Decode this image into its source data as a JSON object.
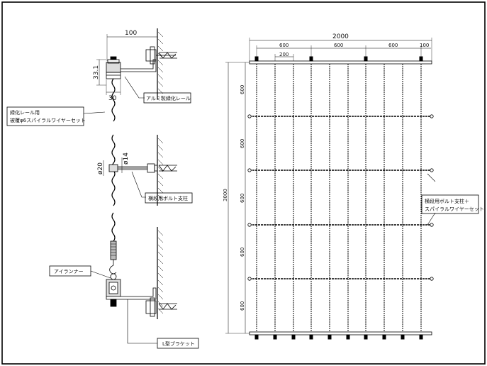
{
  "left_detail": {
    "dim_top": "100",
    "dim_height": "33.1",
    "dim_depth": "30",
    "dim_diameter": "ø20",
    "dim_bolt": "ø14"
  },
  "callouts": {
    "green_rail": "緑化レール用",
    "coated_wire": "被覆φ6スパイラルワイヤーセット",
    "aluminum_rail": "アルミ製緑化レール",
    "bolt_post": "横段用ボルト支柱",
    "eye_runner": "アイランナー",
    "l_bracket": "L型ブラケット",
    "right_line1": "横段用ボルト支柱＋",
    "right_line2": "スパイラルワイヤーセット"
  },
  "right_elevation": {
    "width_total": "2000",
    "spacing_a": "600",
    "spacing_b": "600",
    "spacing_c": "600",
    "spacing_end": "100",
    "spacing_sub": "200",
    "height_total": "3000",
    "row_heights": [
      "600",
      "600",
      "600",
      "600",
      "600"
    ]
  }
}
